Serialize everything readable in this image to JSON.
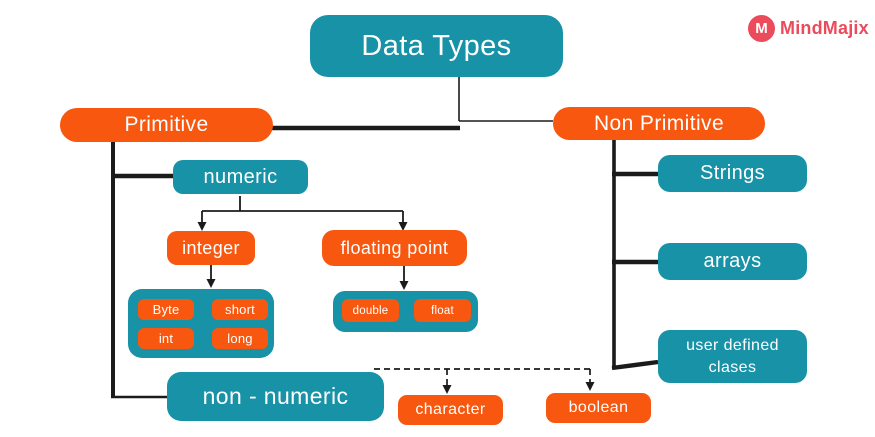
{
  "theme": {
    "teal": "#1792A6",
    "orange": "#F7570E",
    "line": "#1b1b1b",
    "brand_red": "#EC4B5B",
    "background": "#ffffff",
    "text_on_box": "#ffffff"
  },
  "logo": {
    "brand": "MindMajix",
    "monogram": "M"
  },
  "diagram": {
    "nodes": {
      "data_types": "Data Types",
      "primitive": "Primitive",
      "non_primitive": "Non Primitive",
      "numeric": "numeric",
      "integer": "integer",
      "floating_point": "floating point",
      "integer_types": [
        "Byte",
        "short",
        "int",
        "long"
      ],
      "floating_types": [
        "double",
        "float"
      ],
      "non_numeric": "non - numeric",
      "character": "character",
      "boolean": "boolean",
      "strings": "Strings",
      "arrays": "arrays",
      "user_defined": "user defined clases"
    }
  }
}
